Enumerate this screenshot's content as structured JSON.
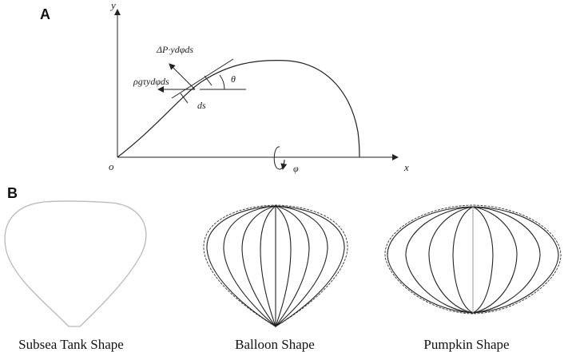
{
  "panel_a": {
    "label": "A",
    "axis_y": "y",
    "axis_x": "x",
    "origin": "o",
    "theta": "θ",
    "ds": "ds",
    "pressure_force": "ΔP·ydφds",
    "gravity_force": "ρgτydφds",
    "phi": "φ"
  },
  "panel_b": {
    "label": "B",
    "shapes": [
      {
        "caption": "Subsea Tank Shape"
      },
      {
        "caption": "Balloon Shape"
      },
      {
        "caption": "Pumpkin Shape"
      }
    ]
  },
  "colors": {
    "ink": "#222222",
    "tank_outline": "#b8b8b8"
  }
}
